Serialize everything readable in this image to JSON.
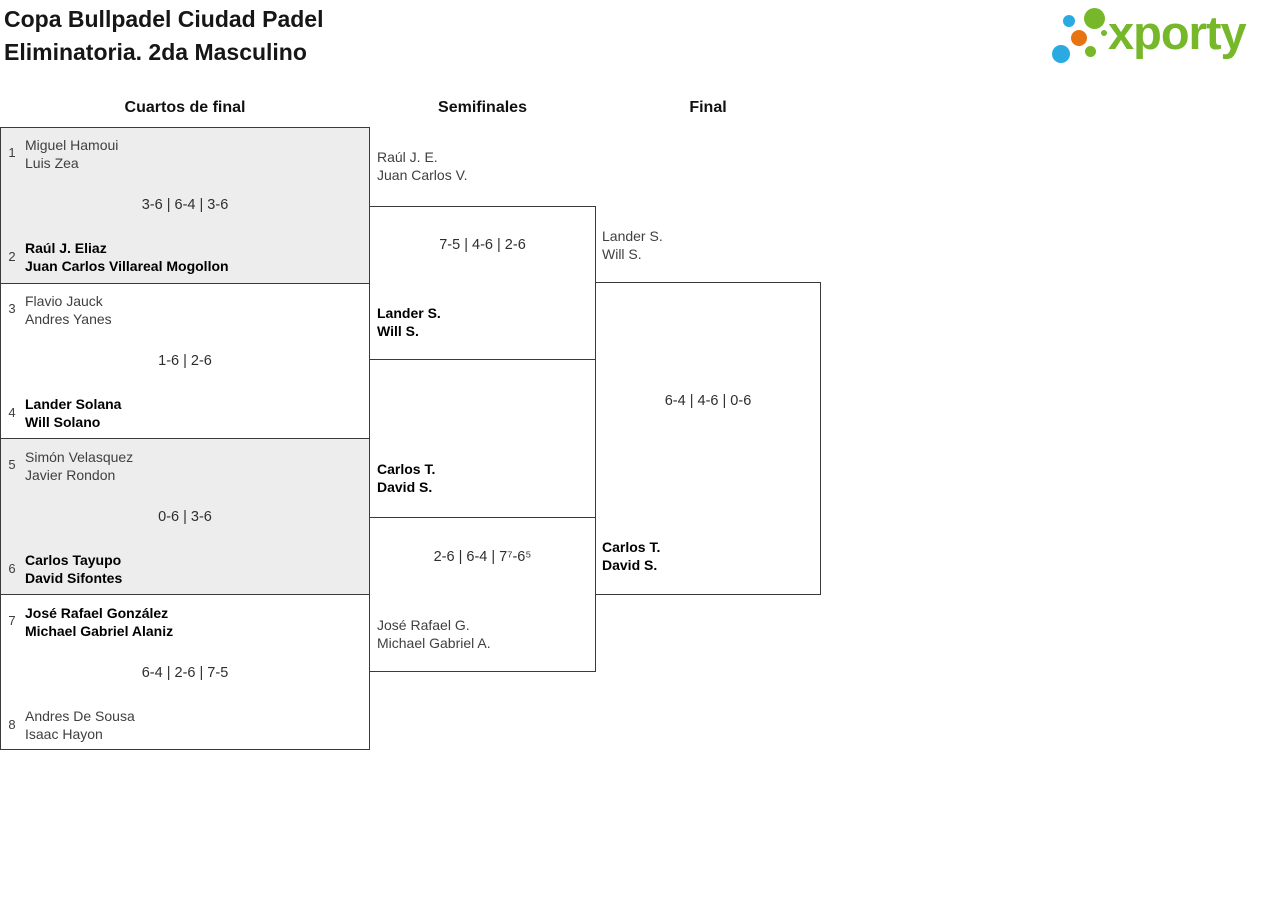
{
  "header": {
    "title_line1": "Copa Bullpadel Ciudad Padel",
    "title_line2": "Eliminatoria. 2da Masculino"
  },
  "logo": {
    "text": "xporty",
    "colors": {
      "green": "#76b82a",
      "blue": "#29abe2",
      "orange": "#e87411"
    }
  },
  "rounds": {
    "quarterfinals_label": "Cuartos de final",
    "semifinals_label": "Semifinales",
    "final_label": "Final"
  },
  "quarterfinals": [
    {
      "seed_top": "1",
      "top_p1": "Miguel Hamoui",
      "top_p2": "Luis Zea",
      "score": "3-6 | 6-4 | 3-6",
      "seed_bottom": "2",
      "bottom_p1": "Raúl J. Eliaz",
      "bottom_p2": "Juan Carlos Villareal Mogollon"
    },
    {
      "seed_top": "3",
      "top_p1": "Flavio Jauck",
      "top_p2": "Andres Yanes",
      "score": "1-6 | 2-6",
      "seed_bottom": "4",
      "bottom_p1": "Lander Solana",
      "bottom_p2": "Will Solano"
    },
    {
      "seed_top": "5",
      "top_p1": "Simón Velasquez",
      "top_p2": "Javier Rondon",
      "score": "0-6 | 3-6",
      "seed_bottom": "6",
      "bottom_p1": "Carlos Tayupo",
      "bottom_p2": "David Sifontes"
    },
    {
      "seed_top": "7",
      "top_p1": "José Rafael González",
      "top_p2": "Michael Gabriel Alaniz",
      "score": "6-4 | 2-6 | 7-5",
      "seed_bottom": "8",
      "bottom_p1": "Andres De Sousa",
      "bottom_p2": "Isaac Hayon"
    }
  ],
  "semifinals": [
    {
      "top_p1": "Raúl J. E.",
      "top_p2": "Juan Carlos V.",
      "score": "7-5 | 4-6 | 2-6",
      "bottom_p1": "Lander S.",
      "bottom_p2": "Will S.",
      "winner_p1": "Lander S.",
      "winner_p2": "Will S."
    },
    {
      "top_p1": "Carlos T.",
      "top_p2": "David S.",
      "score": "2-6 | 6-4 | 7⁷-6⁵",
      "bottom_p1": "José Rafael G.",
      "bottom_p2": "Michael Gabriel A.",
      "winner_p1": "Carlos T.",
      "winner_p2": "David S."
    }
  ],
  "final": {
    "score": "6-4 | 4-6 | 0-6"
  }
}
